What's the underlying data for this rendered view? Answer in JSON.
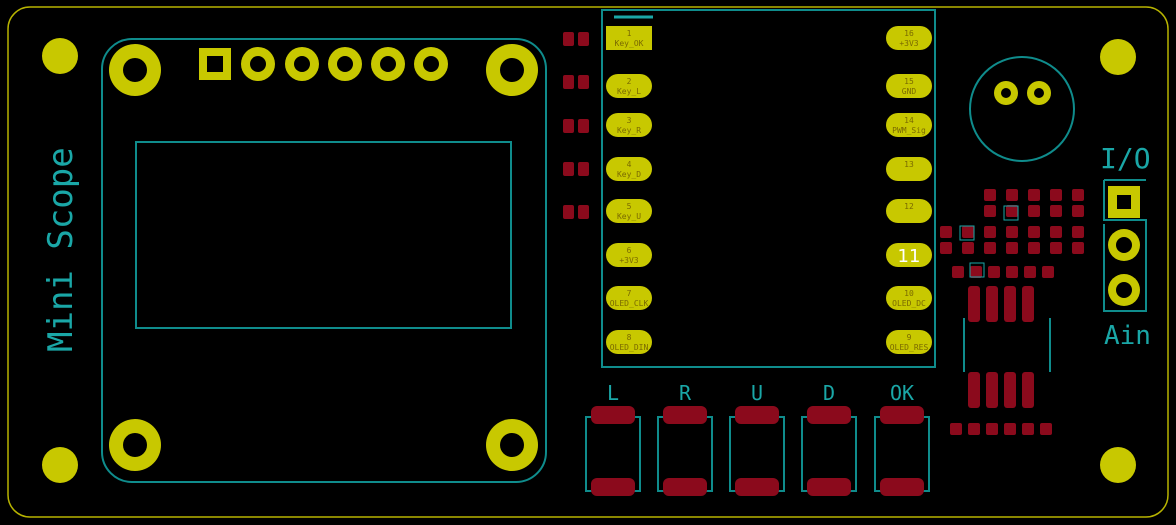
{
  "board": {
    "title": "Mini Scope",
    "colors": {
      "background": "#000000",
      "outline": "#b7b300",
      "silk": "#0f8c8c",
      "pad": "#c8c800",
      "smd": "#8b0a1c"
    }
  },
  "module": {
    "left_pins": [
      {
        "num": "1",
        "label": "Key_OK"
      },
      {
        "num": "2",
        "label": "Key_L"
      },
      {
        "num": "3",
        "label": "Key_R"
      },
      {
        "num": "4",
        "label": "Key_D"
      },
      {
        "num": "5",
        "label": "Key_U"
      },
      {
        "num": "6",
        "label": "+3V3"
      },
      {
        "num": "7",
        "label": "OLED_CLK"
      },
      {
        "num": "8",
        "label": "OLED_DIN"
      }
    ],
    "right_pins": [
      {
        "num": "16",
        "label": "+3V3"
      },
      {
        "num": "15",
        "label": "GND"
      },
      {
        "num": "14",
        "label": "PWM_Sig"
      },
      {
        "num": "13",
        "label": ""
      },
      {
        "num": "12",
        "label": ""
      },
      {
        "num": "11",
        "label": ""
      },
      {
        "num": "10",
        "label": "OLED_DC"
      },
      {
        "num": "9",
        "label": "OLED_RES"
      }
    ],
    "big_pin": "11"
  },
  "buttons": [
    "L",
    "R",
    "U",
    "D",
    "OK"
  ],
  "connector": {
    "top_label": "I/O",
    "bottom_label": "Ain"
  }
}
